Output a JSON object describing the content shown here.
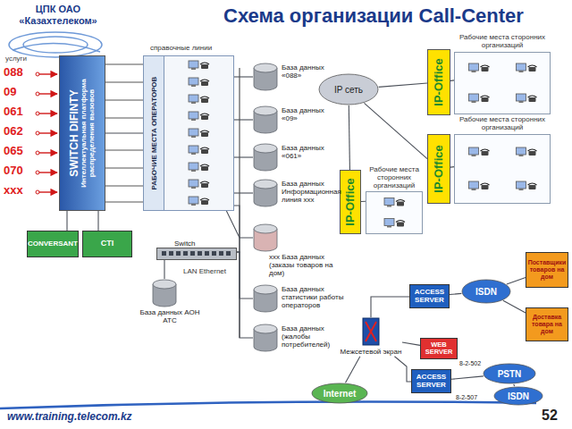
{
  "diagram": {
    "title": "Схема организации Call-Center",
    "nodes": [
      {
        "text": [
          "SWITCH DIFINTY",
          "Интеллектуальная платформа распределения вызовов"
        ]
      },
      {
        "text": [
          "CONVERSANT"
        ]
      },
      {
        "text": [
          "CTI"
        ]
      },
      {
        "text": [
          "РАБОЧИЕ МЕСТА ОПЕРАТОРОВ"
        ]
      },
      {
        "text": [
          "База данных «088»"
        ]
      },
      {
        "text": [
          "База данных «09»"
        ]
      },
      {
        "text": [
          "База данных «061»"
        ]
      },
      {
        "text": [
          "База данных Информационная линия ххх"
        ]
      },
      {
        "text": [
          "ххх База данных (заказы товаров на дом)"
        ]
      },
      {
        "text": [
          "Switch"
        ]
      },
      {
        "text": [
          "База данных АОН АТС"
        ]
      },
      {
        "text": [
          "База данных статистики работы операторов"
        ]
      },
      {
        "text": [
          "База данных (жалобы потребителей)"
        ]
      },
      {
        "text": [
          "IP сеть"
        ]
      },
      {
        "text": [
          "IP-Office"
        ]
      },
      {
        "text": [
          "Рабочие места сторонних организаций"
        ]
      },
      {
        "text": [
          "IP-Office"
        ]
      },
      {
        "text": [
          "Рабочие места сторонних организаций"
        ]
      },
      {
        "text": [
          "IP-Office"
        ]
      },
      {
        "text": [
          "Рабочие места сторонних организаций"
        ]
      },
      {
        "text": [
          "ACCESS SERVER"
        ]
      },
      {
        "text": [
          "ISDN"
        ]
      },
      {
        "text": [
          "Поставщики товаров на дом"
        ]
      },
      {
        "text": [
          "Доставка товара на дом"
        ]
      },
      {
        "text": [
          "Межсетевой экран"
        ]
      },
      {
        "text": [
          "WEB SERVER"
        ]
      },
      {
        "text": [
          "ACCESS SERVER"
        ]
      },
      {
        "text": [
          "PSTN"
        ]
      },
      {
        "text": [
          "ISDN"
        ]
      },
      {
        "text": [
          "Internet"
        ]
      }
    ],
    "edges": [
      {
        "from": 0,
        "to": 1,
        "arrow": "none"
      },
      {
        "from": 0,
        "to": 2,
        "arrow": "none"
      },
      {
        "from": 0,
        "to": 3,
        "arrow": "none"
      },
      {
        "from": 3,
        "to": 4,
        "arrow": "none"
      },
      {
        "from": 3,
        "to": 5,
        "arrow": "none"
      },
      {
        "from": 3,
        "to": 6,
        "arrow": "none"
      },
      {
        "from": 3,
        "to": 7,
        "arrow": "none"
      },
      {
        "from": 3,
        "to": 8,
        "arrow": "none"
      },
      {
        "from": 3,
        "to": 9,
        "arrow": "none"
      },
      {
        "from": 9,
        "to": 10,
        "arrow": "none"
      },
      {
        "from": 9,
        "to": 11,
        "arrow": "none"
      },
      {
        "from": 9,
        "to": 12,
        "arrow": "none"
      },
      {
        "from": 13,
        "to": 14,
        "arrow": "none"
      },
      {
        "from": 13,
        "to": 16,
        "arrow": "none"
      },
      {
        "from": 13,
        "to": 18,
        "arrow": "none"
      },
      {
        "from": 14,
        "to": 15,
        "arrow": "none"
      },
      {
        "from": 16,
        "to": 17,
        "arrow": "none"
      },
      {
        "from": 18,
        "to": 19,
        "arrow": "none"
      },
      {
        "from": 24,
        "to": 20,
        "arrow": "none"
      },
      {
        "from": 24,
        "to": 25,
        "arrow": "none"
      },
      {
        "from": 24,
        "to": 26,
        "arrow": "none"
      },
      {
        "from": 24,
        "to": 29,
        "arrow": "none"
      },
      {
        "from": 20,
        "to": 21,
        "arrow": "none"
      },
      {
        "from": 21,
        "to": 22,
        "arrow": "none"
      },
      {
        "from": 21,
        "to": 23,
        "arrow": "none"
      },
      {
        "from": 26,
        "to": 27,
        "arrow": "none"
      },
      {
        "from": 27,
        "to": 28,
        "arrow": "none"
      }
    ],
    "labels": [
      "ЦПК ОАО «Казахтелеком»",
      "услуги",
      "088",
      "09",
      "061",
      "062",
      "065",
      "070",
      "ххх",
      "справочные линии",
      "LAN Ethernet",
      "8-2-502",
      "8-2-507",
      "www.training.telecom.kz",
      "52"
    ]
  }
}
